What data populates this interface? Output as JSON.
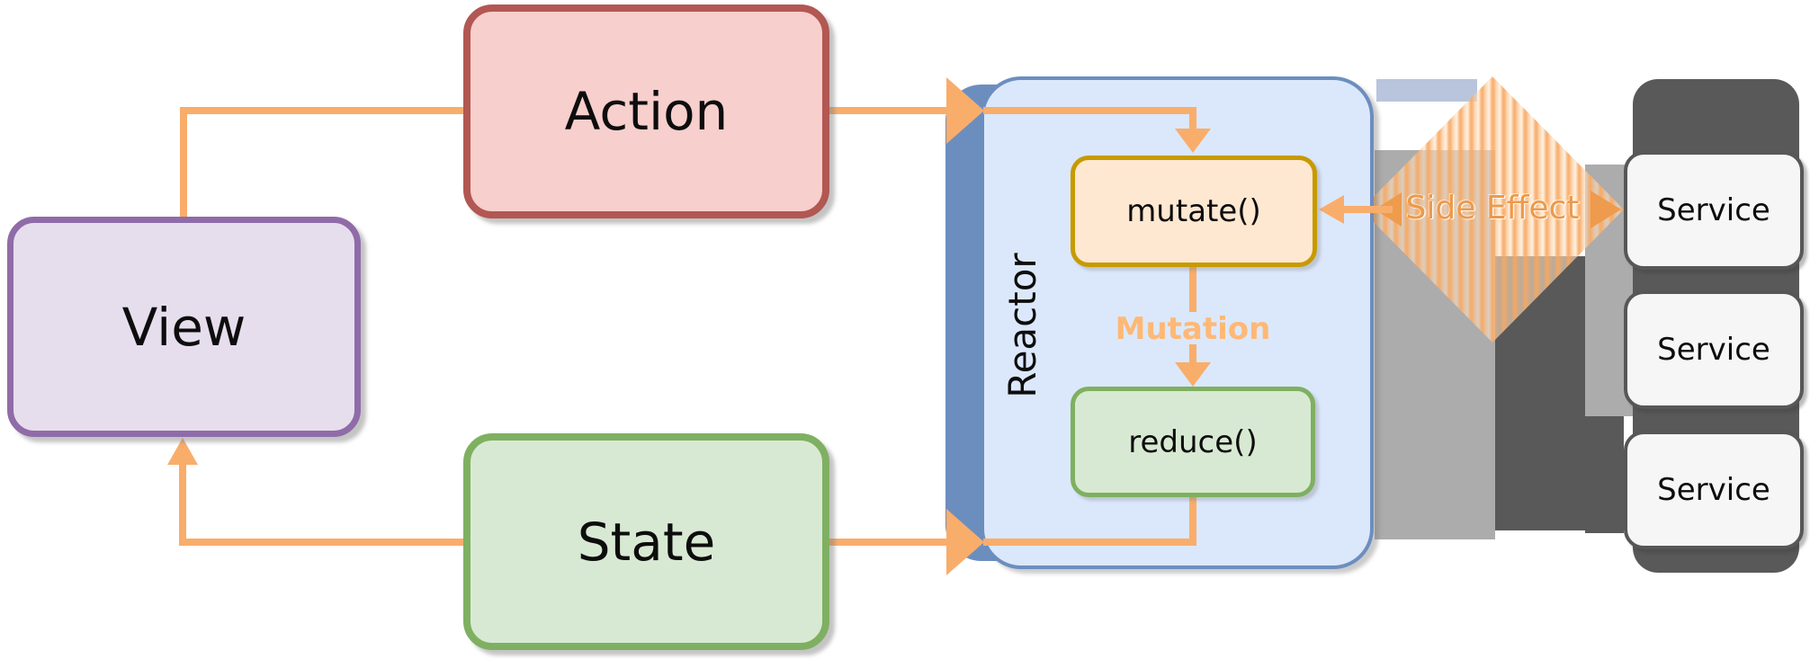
{
  "diagram": {
    "nodes": {
      "view": "View",
      "action": "Action",
      "state": "State",
      "reactor": "Reactor",
      "mutate": "mutate()",
      "reduce": "reduce()"
    },
    "labels": {
      "mutation": "Mutation",
      "side_effect": "Side Effect"
    },
    "services": [
      {
        "label": "Service"
      },
      {
        "label": "Service"
      },
      {
        "label": "Service"
      }
    ],
    "colors": {
      "edge_orange": "#F9AD6B",
      "view_border": "#8F6CA8",
      "view_fill": "#E6DEED",
      "action_border": "#B25752",
      "action_fill": "#F7CFCC",
      "state_border": "#7FB061",
      "state_fill": "#D8E9D3",
      "reactor_border": "#6C8EBF",
      "reactor_fill": "#DBE8FB",
      "mutate_border": "#C79A02",
      "mutate_fill": "#FEE8D1",
      "service_border": "#575757",
      "service_fill": "#F6F6F6",
      "shadow_dark": "#595959",
      "shadow_medium": "#ACACAC"
    }
  }
}
